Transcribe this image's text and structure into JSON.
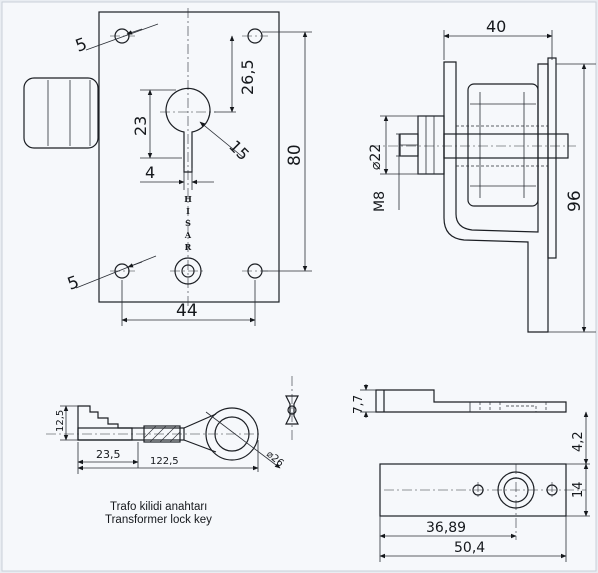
{
  "plate_view": {
    "dims": {
      "hole_dia_top": "5",
      "offset": "26,5",
      "slot_height": "23",
      "bore_dia": "15",
      "height": "80",
      "slot_width": "4",
      "hole_dia_bottom": "5",
      "width": "44"
    },
    "stamp_letters": [
      "H",
      "I",
      "S",
      "A",
      "R"
    ]
  },
  "side_view": {
    "dims": {
      "depth": "40",
      "flange_dia": "⌀22",
      "thread": "M8",
      "height": "96"
    }
  },
  "key_view": {
    "dims": {
      "thickness": "12,5",
      "shank_length": "23,5",
      "total_length": "122,5",
      "ring_dia": "⌀26"
    },
    "caption_tr": "Trafo kilidi anahtarı",
    "caption_en": "Transformer lock key"
  },
  "bolt_view": {
    "dims": {
      "thickness": "7,7",
      "half_width": "4,2",
      "width": "14",
      "hole_pos": "36,89",
      "length": "50,4"
    }
  }
}
